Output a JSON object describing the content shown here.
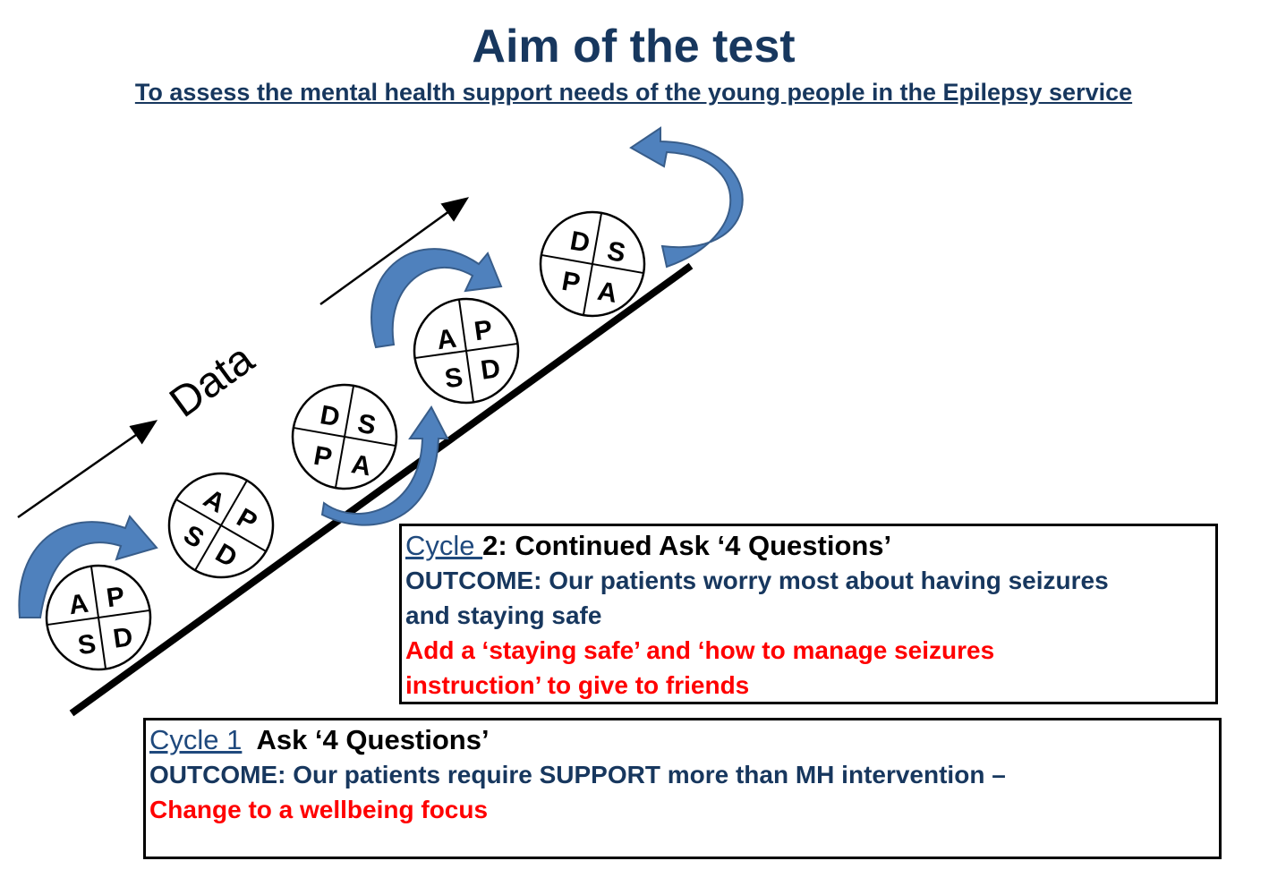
{
  "title": "Aim of the test",
  "subtitle": "To assess the mental health support needs of the young people in the Epilepsy service",
  "data_label": "Data",
  "colors": {
    "title": "#17375e",
    "arrow_fill": "#4f81bd",
    "arrow_stroke": "#385d8a",
    "action": "#ff0000"
  },
  "cycles": [
    {
      "quadrants": [
        "A",
        "P",
        "S",
        "D"
      ]
    },
    {
      "quadrants": [
        "A",
        "P",
        "S",
        "D"
      ]
    },
    {
      "quadrants": [
        "D",
        "S",
        "P",
        "A"
      ]
    },
    {
      "quadrants": [
        "A",
        "P",
        "S",
        "D"
      ]
    },
    {
      "quadrants": [
        "D",
        "S",
        "P",
        "A"
      ]
    }
  ],
  "cycle2": {
    "label": "Cycle ",
    "heading": "2: Continued Ask ‘4 Questions’",
    "outcome_line1": "OUTCOME: Our patients worry most about having seizures",
    "outcome_line2": "and staying safe",
    "action_line1": "Add a ‘staying safe’ and ‘how to manage seizures",
    "action_line2": "instruction’ to give to friends"
  },
  "cycle1": {
    "label": "Cycle 1",
    "heading": "  Ask ‘4 Questions’",
    "outcome": "OUTCOME: Our patients require SUPPORT more than MH intervention –",
    "action": "Change to a wellbeing focus"
  }
}
